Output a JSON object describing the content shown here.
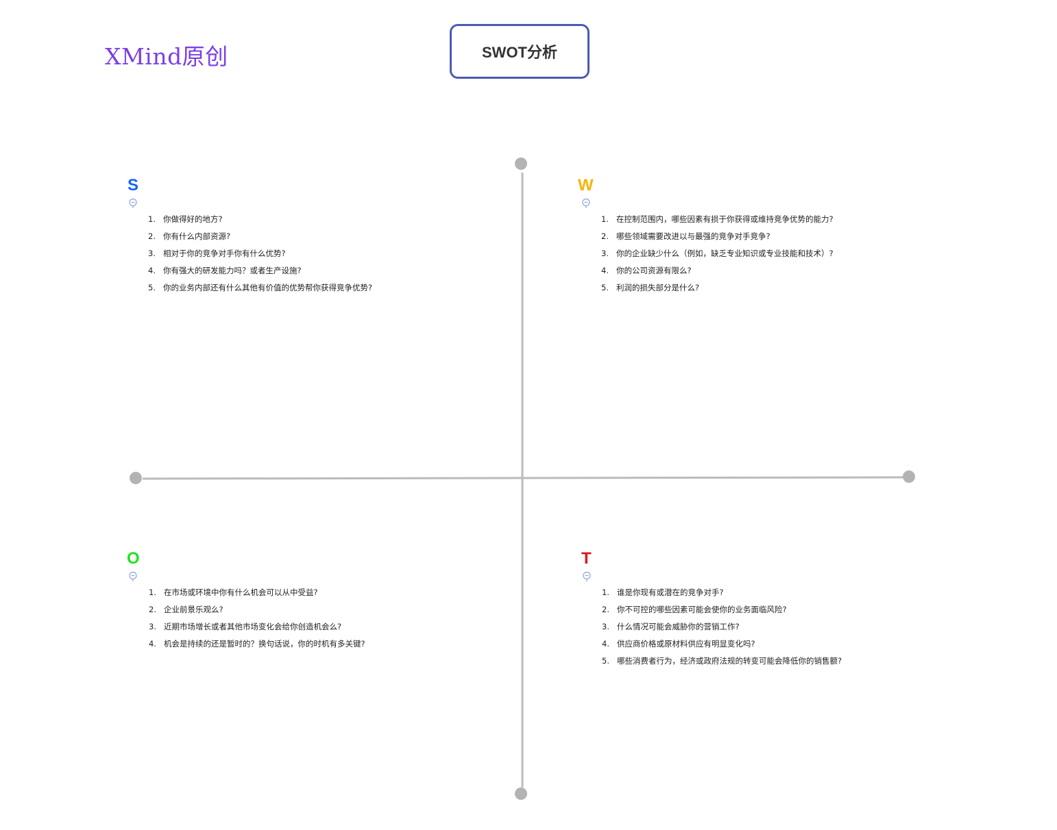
{
  "watermark": "XMind原创",
  "central_topic": "SWOT分析",
  "colors": {
    "central_border": "#4c5ab3",
    "axis": "#bbbbbb",
    "axis_node": "#b3b3b3",
    "s": "#1565f5",
    "w": "#f5b50a",
    "o": "#1ee31e",
    "t": "#e0141e",
    "watermark": "#7b3fe4",
    "note_icon": "#8ea6d8"
  },
  "quadrants": {
    "s": {
      "label": "S",
      "icon": "note-icon",
      "items": [
        {
          "num": "1.",
          "text": "你做得好的地方?"
        },
        {
          "num": "2.",
          "text": "你有什么内部资源?"
        },
        {
          "num": "3.",
          "text": "相对于你的竞争对手你有什么优势?"
        },
        {
          "num": "4.",
          "text": "你有强大的研发能力吗？或者生产设施?"
        },
        {
          "num": "5.",
          "text": "你的业务内部还有什么其他有价值的优势帮你获得竞争优势?"
        }
      ]
    },
    "w": {
      "label": "W",
      "icon": "note-icon",
      "items": [
        {
          "num": "1.",
          "text": "在控制范围内，哪些因素有损于你获得或维持竞争优势的能力?"
        },
        {
          "num": "2.",
          "text": "哪些领域需要改进以与最强的竞争对手竞争?"
        },
        {
          "num": "3.",
          "text": "你的企业缺少什么（例如，缺乏专业知识或专业技能和技术）?"
        },
        {
          "num": "4.",
          "text": "你的公司资源有限么?"
        },
        {
          "num": "5.",
          "text": "利润的损失部分是什么?"
        }
      ]
    },
    "o": {
      "label": "O",
      "icon": "note-icon",
      "items": [
        {
          "num": "1.",
          "text": "在市场或环境中你有什么机会可以从中受益?"
        },
        {
          "num": "2.",
          "text": "企业前景乐观么?"
        },
        {
          "num": "3.",
          "text": "近期市场增长或者其他市场变化会给你创造机会么?"
        },
        {
          "num": "4.",
          "text": "机会是持续的还是暂时的？换句话说，你的时机有多关键?"
        }
      ]
    },
    "t": {
      "label": "T",
      "icon": "note-icon",
      "items": [
        {
          "num": "1.",
          "text": "谁是你现有或潜在的竞争对手?"
        },
        {
          "num": "2.",
          "text": "你不可控的哪些因素可能会使你的业务面临风险?"
        },
        {
          "num": "3.",
          "text": "什么情况可能会威胁你的营销工作?"
        },
        {
          "num": "4.",
          "text": "供应商价格或原材料供应有明显变化吗?"
        },
        {
          "num": "5.",
          "text": "哪些消费者行为，经济或政府法规的转变可能会降低你的销售额?"
        }
      ]
    }
  }
}
